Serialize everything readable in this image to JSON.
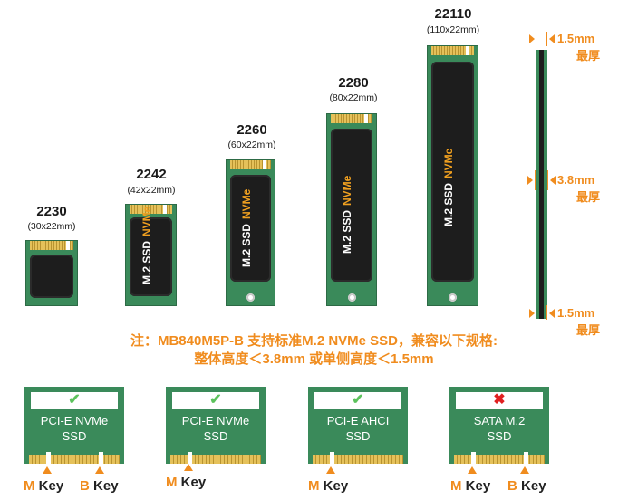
{
  "sizes": [
    {
      "name": "2230",
      "dim": "(30x22mm)"
    },
    {
      "name": "2242",
      "dim": "(42x22mm)"
    },
    {
      "name": "2260",
      "dim": "(60x22mm)"
    },
    {
      "name": "2280",
      "dim": "(80x22mm)"
    },
    {
      "name": "22110",
      "dim": "(110x22mm)"
    }
  ],
  "chip_label": {
    "m2": "M.2 SSD",
    "nvme": "NVMe"
  },
  "thickness": [
    {
      "value": "1.5mm",
      "caption": "最厚"
    },
    {
      "value": "3.8mm",
      "caption": "最厚"
    },
    {
      "value": "1.5mm",
      "caption": "最厚"
    }
  ],
  "note": {
    "line1": "注：MB840M5P-B 支持标准M.2 NVMe SSD，兼容以下规格:",
    "line2": "整体高度＜3.8mm 或单侧高度＜1.5mm"
  },
  "cards": [
    {
      "status": "✔",
      "supported": true,
      "line1": "PCI-E NVMe",
      "line2": "SSD"
    },
    {
      "status": "✔",
      "supported": true,
      "line1": "PCI-E NVMe",
      "line2": "SSD"
    },
    {
      "status": "✔",
      "supported": true,
      "line1": "PCI-E AHCI",
      "line2": "SSD"
    },
    {
      "status": "✖",
      "supported": false,
      "line1": "SATA M.2",
      "line2": "SSD"
    }
  ],
  "keys": {
    "m_letter": "M",
    "b_letter": "B",
    "word": "Key"
  },
  "colors": {
    "accent": "#f08c1e",
    "pcb": "#3a8a5a",
    "check": "#5cc25c",
    "cross": "#e02020"
  }
}
